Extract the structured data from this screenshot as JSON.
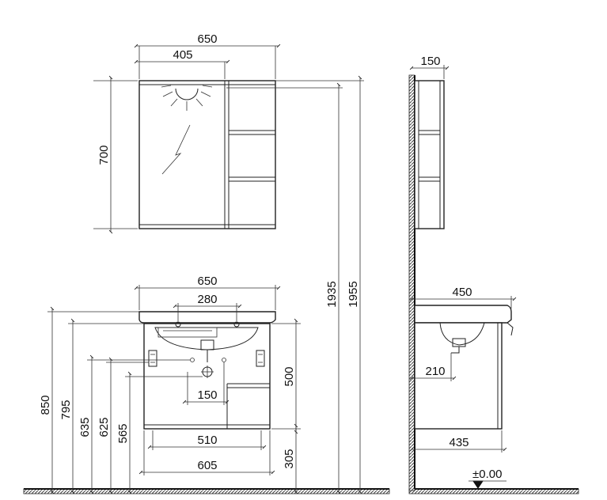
{
  "mirror_cabinet_front": {
    "dim_total_width": "650",
    "dim_mirror_width": "405",
    "dim_height": "700"
  },
  "overall_heights": {
    "dim_1935": "1935",
    "dim_1955": "1955"
  },
  "mirror_cabinet_side": {
    "dim_depth": "150"
  },
  "vanity_front": {
    "dim_basin_width": "650",
    "dim_tap_spacing": "280",
    "dim_offset": "150",
    "dim_inner_width": "510",
    "dim_cabinet_width": "605",
    "dim_cabinet_height": "500",
    "dim_floor_gap": "305",
    "dim_850": "850",
    "dim_795": "795",
    "dim_635": "635",
    "dim_625": "625",
    "dim_565": "565"
  },
  "vanity_side": {
    "dim_basin_depth": "450",
    "dim_drain_offset": "210",
    "dim_cabinet_depth": "435",
    "floor_level": "±0.00"
  }
}
